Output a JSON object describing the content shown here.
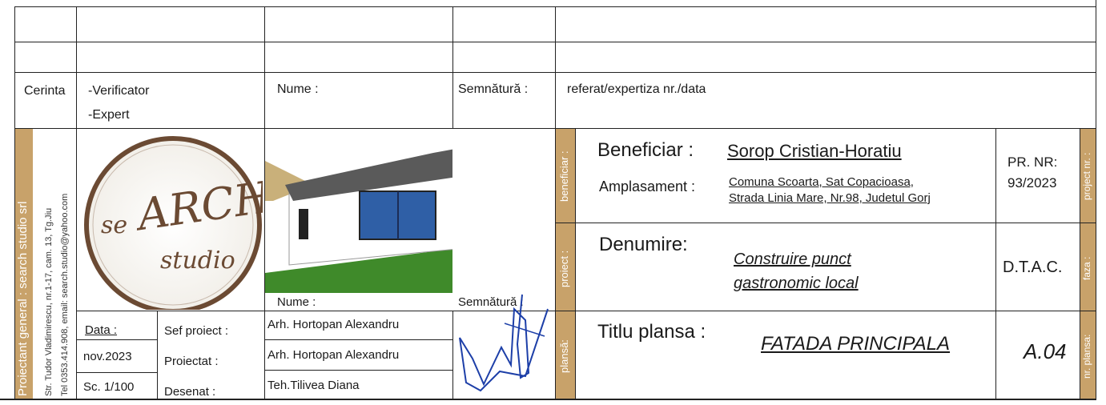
{
  "check_row": {
    "cerinta": "Cerinta",
    "verificator": "-Verificator",
    "expert": "-Expert",
    "nume": "Nume :",
    "semnatura": "Semnătură :",
    "referat": "referat/expertiza nr./data"
  },
  "side_band": {
    "title": "Proiectant general : search studio srl",
    "address": "Str. Tudor Vladimirescu, nr.1-17, cam. 13, Tg.Jiu",
    "contact": "Tel 0353.414.908, email: search.studio@yahoo.com"
  },
  "logo": {
    "text_main": "ARCH",
    "text_prefix": "se",
    "text_sub": "studio"
  },
  "right_bands": {
    "beneficiar": "beneficiar :",
    "proiect": "proiect :",
    "plansa": "plansă:",
    "project_nr": "project nr. :",
    "faza": "faza :",
    "nr_plansa": "nr. plansa:"
  },
  "project": {
    "beneficiar_label": "Beneficiar :",
    "beneficiar_value": "Sorop Cristian-Horatiu",
    "amplasament_label": "Amplasament :",
    "amplasament_line1": "Comuna  Scoarta, Sat Copacioasa,",
    "amplasament_line2": "Strada Linia Mare, Nr.98, Judetul Gorj",
    "pr_nr_label": "PR. NR:",
    "pr_nr_value": "93/2023",
    "denumire_label": "Denumire:",
    "denumire_line1": "Construire punct",
    "denumire_line2": "gastronomic local",
    "faza_value": "D.T.A.C.",
    "titlu_label": "Titlu  plansa :",
    "titlu_value": "FATADA PRINCIPALA",
    "plansa_nr": "A.04"
  },
  "signatures": {
    "nume_header": "Nume :",
    "semnatura_header": "Semnătură :",
    "data_label": "Data :",
    "data_value": "nov.2023",
    "scale": "Sc. 1/100",
    "rows": [
      {
        "role": "Sef proiect :",
        "name": "Arh. Hortopan Alexandru"
      },
      {
        "role": "Proiectat :",
        "name": "Arh. Hortopan Alexandru"
      },
      {
        "role": "Desenat :",
        "name": "Teh.Tilivea Diana"
      }
    ]
  },
  "colors": {
    "band_brown": "#c8a26a",
    "logo_brown": "#6b4a33",
    "ink_blue": "#1d3fa8",
    "grass": "#3f8a2a",
    "glass": "#2f5fa6"
  }
}
